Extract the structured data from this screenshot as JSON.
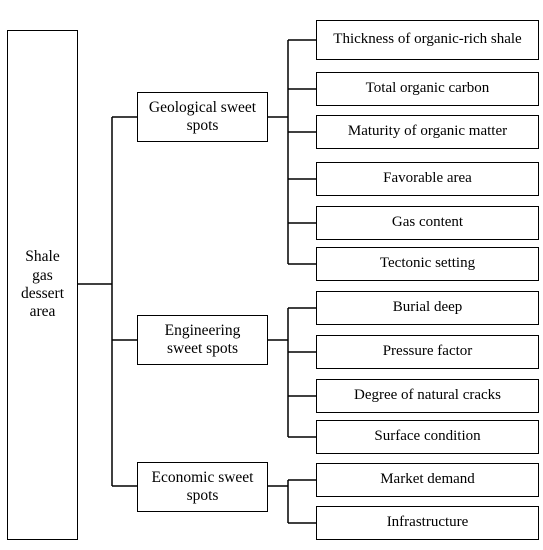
{
  "root": {
    "label": "Shale gas dessert area"
  },
  "categories": [
    {
      "label": "Geological sweet spots",
      "items": [
        "Thickness of organic-rich shale",
        "Total organic carbon",
        "Maturity of organic matter",
        "Favorable area",
        "Gas content",
        "Tectonic setting"
      ]
    },
    {
      "label": "Engineering sweet spots",
      "items": [
        "Burial deep",
        "Pressure factor",
        "Degree of natural cracks",
        "Surface condition"
      ]
    },
    {
      "label": "Economic sweet spots",
      "items": [
        "Market demand",
        "Infrastructure"
      ]
    }
  ]
}
